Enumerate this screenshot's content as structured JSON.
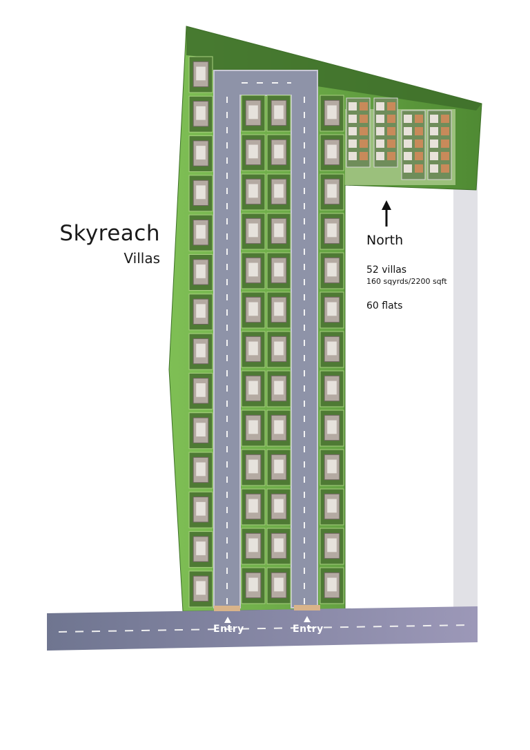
{
  "project": {
    "name": "Skyreach",
    "subtitle": "Villas"
  },
  "north_label": "North",
  "info": {
    "villas": "52 villas",
    "size": "160 sqyrds/2200 sqft",
    "flats": "60 flats"
  },
  "entries": [
    {
      "label": "Entry"
    },
    {
      "label": "Entry"
    }
  ],
  "colors": {
    "lawn": "#5d9a3e",
    "lawn_light": "#86c060",
    "road": "#8f94a8",
    "road_dark": "#6e7385",
    "road_marking": "#f2f2f2",
    "plot_border": "#3f7a2a",
    "path": "#e2e2e6",
    "gate": "#d9b48a"
  }
}
